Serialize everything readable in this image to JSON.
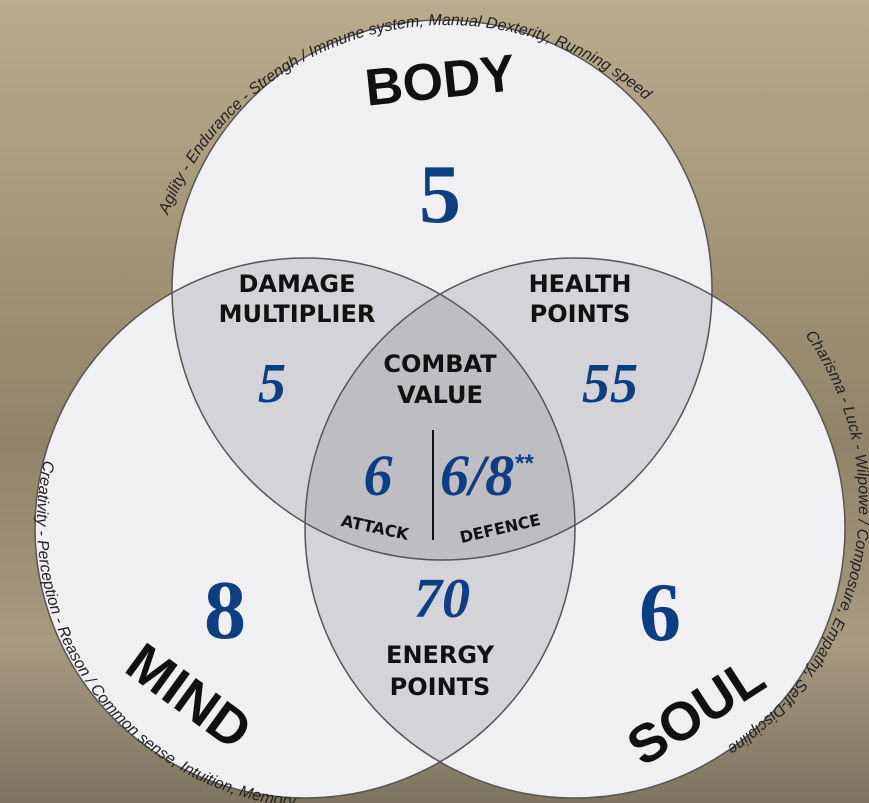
{
  "body": {
    "title": "BODY",
    "value": "5",
    "traits": "Agility - Endurance - Strengh / Immune system, Manual Dexterity, Running speed"
  },
  "mind": {
    "title": "MIND",
    "value": "8",
    "traits": "Creativity - Perception - Reason / Common sense, Intuition, Memory"
  },
  "soul": {
    "title": "SOUL",
    "value": "6",
    "traits": "Charisma - Luck - Wilpowe / Composure, Empathy, Self-Discipline"
  },
  "damage_multiplier": {
    "line1": "DAMAGE",
    "line2": "MULTIPLIER",
    "value": "5"
  },
  "health_points": {
    "line1": "HEALTH",
    "line2": "POINTS",
    "value": "55"
  },
  "energy_points": {
    "line1": "ENERGY",
    "line2": "POINTS",
    "value": "70"
  },
  "combat_value": {
    "line1": "COMBAT",
    "line2": "VALUE",
    "attack_value": "6",
    "attack_label": "ATTACK",
    "defence_value": "6/8",
    "defence_mark": "**",
    "defence_label": "DEFENCE"
  },
  "colors": {
    "circle_fill": "#f0f0f2",
    "overlap_fill": "#d4d4d8",
    "center_fill": "#bdbdc2",
    "number_blue": "#0d3d82"
  }
}
